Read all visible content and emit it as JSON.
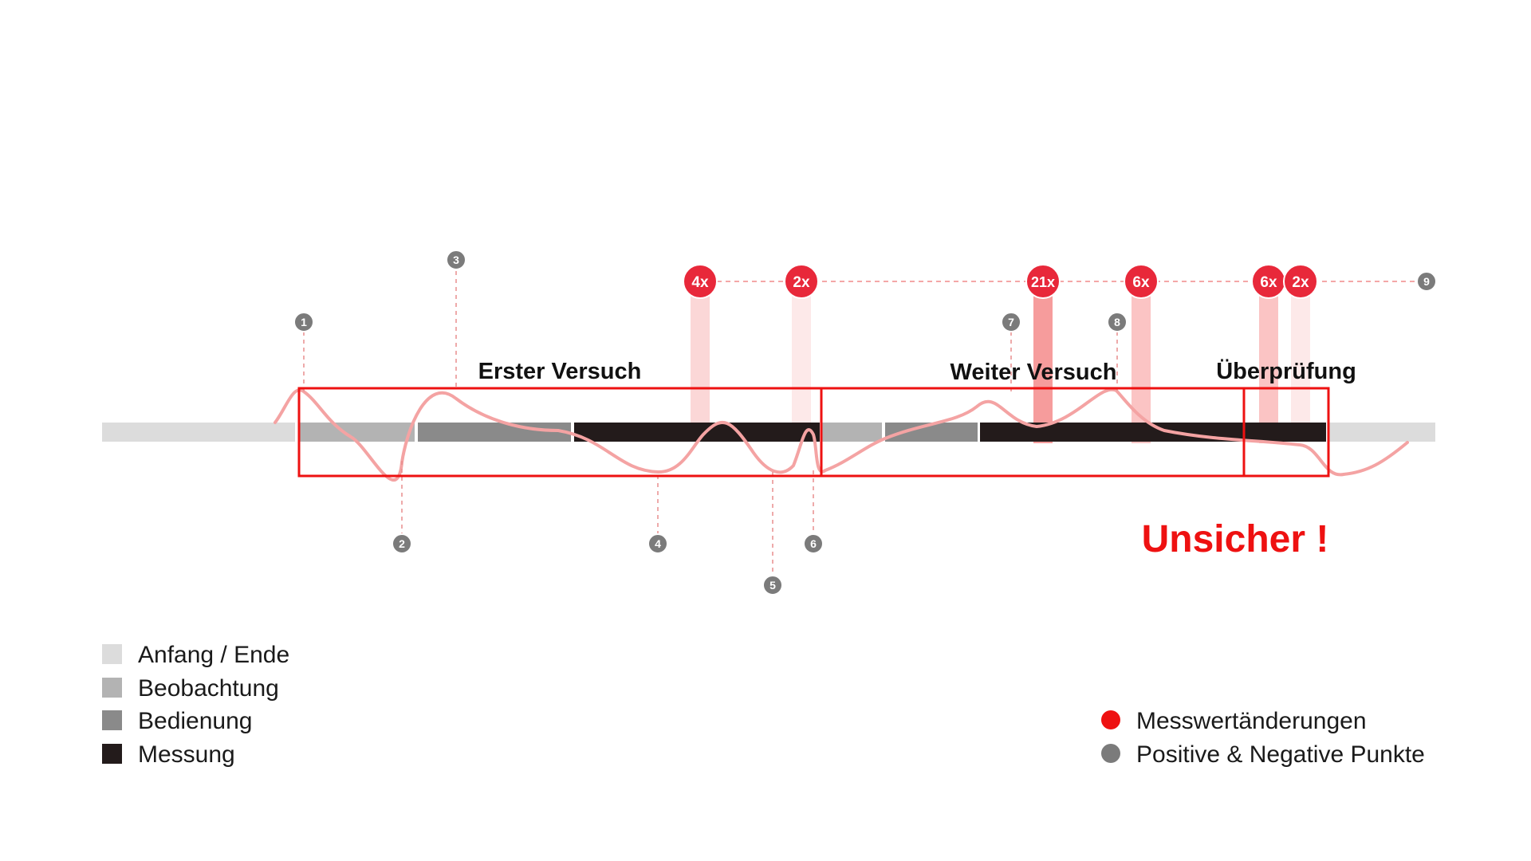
{
  "colors": {
    "anfang_ende": "#dcdcdc",
    "beobachtung": "#b3b3b3",
    "bedienung": "#8a8a8a",
    "messung": "#231b1b",
    "red": "#e8283a",
    "gray_marker": "#7b7b7b",
    "curve": "#f4a3a3",
    "box": "#ee1111"
  },
  "phases": [
    {
      "label": "Erster Versuch"
    },
    {
      "label": "Weiter Versuch"
    },
    {
      "label": "Überprüfung"
    }
  ],
  "warning": "Unsicher !",
  "gray_markers": [
    "1",
    "2",
    "3",
    "4",
    "5",
    "6",
    "7",
    "8",
    "9"
  ],
  "red_markers": [
    "4x",
    "2x",
    "21x",
    "6x",
    "6x",
    "2x"
  ],
  "legend_left": [
    {
      "label": "Anfang / Ende",
      "color": "#dcdcdc"
    },
    {
      "label": "Beobachtung",
      "color": "#b3b3b3"
    },
    {
      "label": "Bedienung",
      "color": "#8a8a8a"
    },
    {
      "label": "Messung",
      "color": "#231b1b"
    }
  ],
  "legend_right": [
    {
      "label": "Messwertänderungen",
      "color": "#ee1111"
    },
    {
      "label": "Positive & Negative Punkte",
      "color": "#7b7b7b"
    }
  ]
}
